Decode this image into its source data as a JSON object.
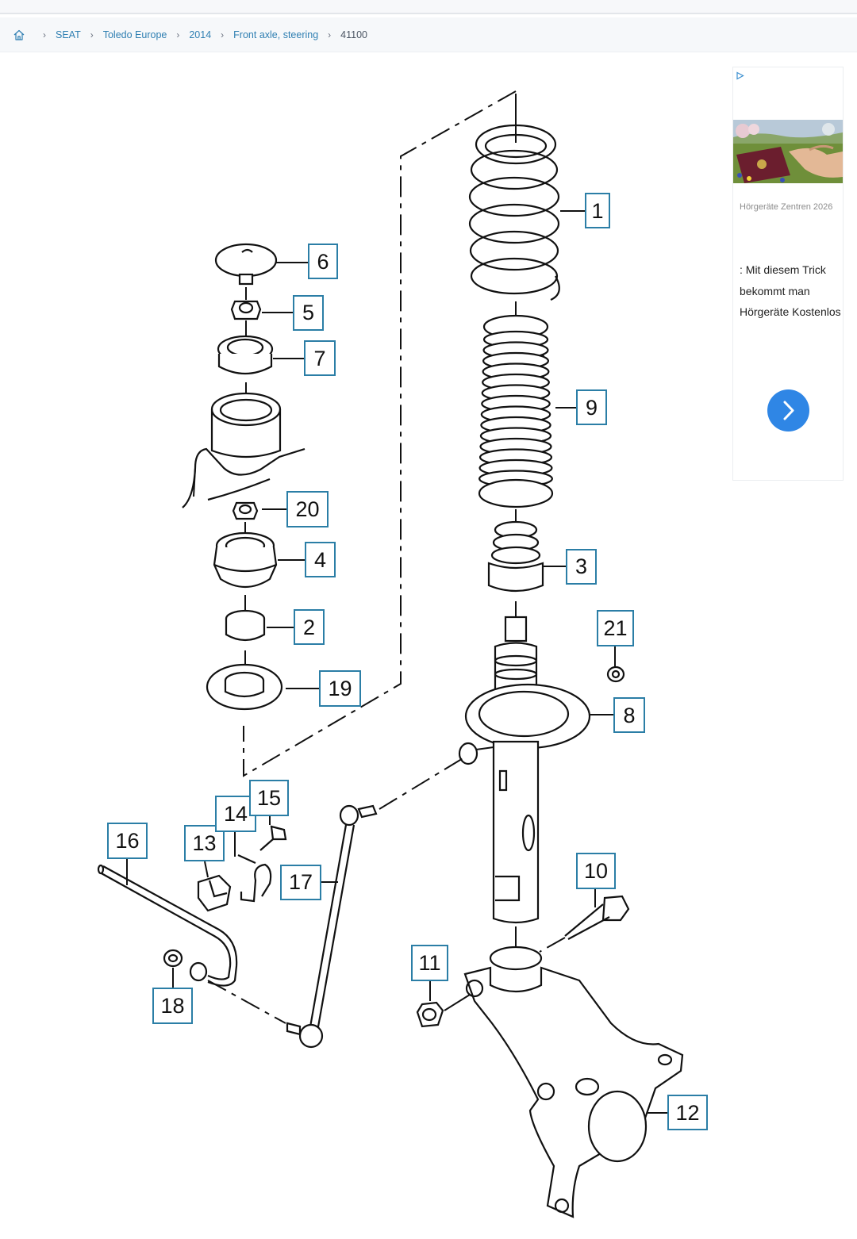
{
  "breadcrumb": {
    "items": [
      "SEAT",
      "Toledo Europe",
      "2014",
      "Front axle, steering"
    ],
    "current": "41100",
    "separator": "›"
  },
  "diagram": {
    "labels": [
      "1",
      "2",
      "3",
      "4",
      "5",
      "6",
      "7",
      "8",
      "9",
      "10",
      "11",
      "12",
      "13",
      "14",
      "15",
      "16",
      "17",
      "18",
      "19",
      "20",
      "21"
    ]
  },
  "ad": {
    "brand": "Hörgeräte Zentren 2026",
    "headline": ": Mit diesem Trick bekommt man Hörgeräte Kostenlos",
    "cta_icon": "chevron-right-icon",
    "adchoices_icon": "play-triangle-icon"
  },
  "colors": {
    "link": "#2f7fb2",
    "label_border": "#2b7ea6",
    "cta": "#2f86e5"
  }
}
